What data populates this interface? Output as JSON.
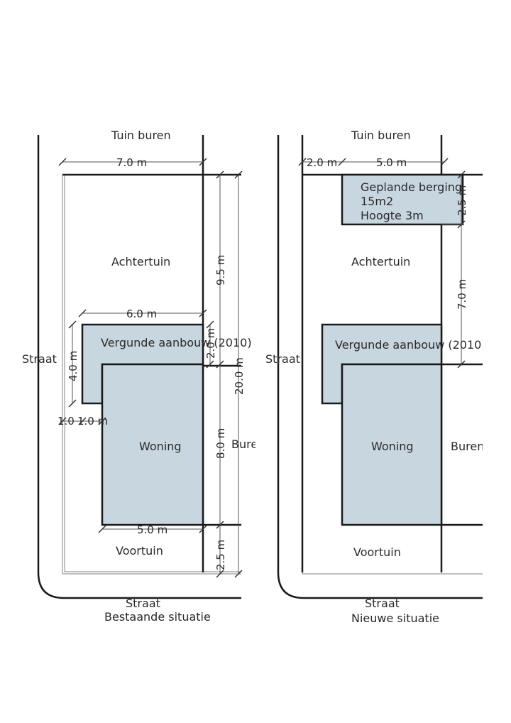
{
  "labels": {
    "tuin_buren": "Tuin buren",
    "achtertuin": "Achtertuin",
    "straat": "Straat",
    "vergunde_aanbouw": "Vergunde aanbouw (2010)",
    "woning": "Woning",
    "buren": "Buren",
    "voortuin": "Voortuin"
  },
  "existing": {
    "caption": "Bestaande situatie",
    "dims": {
      "width_total": "7.0 m",
      "aanbouw_width": "6.0 m",
      "aanbouw_depth": "4.0 m",
      "aanbouw_offset": "2.0 m",
      "side_1": "1.0",
      "side_2": "1.0 m",
      "woning_width": "5.0 m",
      "back_yard": "9.5 m",
      "total_depth": "20.0 m",
      "woning_depth": "8.0 m",
      "front_yard": "2.5 m"
    }
  },
  "new": {
    "caption": "Nieuwe situatie",
    "berging_lines": [
      "Geplande berging",
      "15m2",
      "Hoogte 3m"
    ],
    "dims": {
      "left_gap": "2.0 m",
      "berging_width": "5.0 m",
      "berging_depth": "2.5 m",
      "gap_to_aanbouw": "7.0 m"
    }
  }
}
